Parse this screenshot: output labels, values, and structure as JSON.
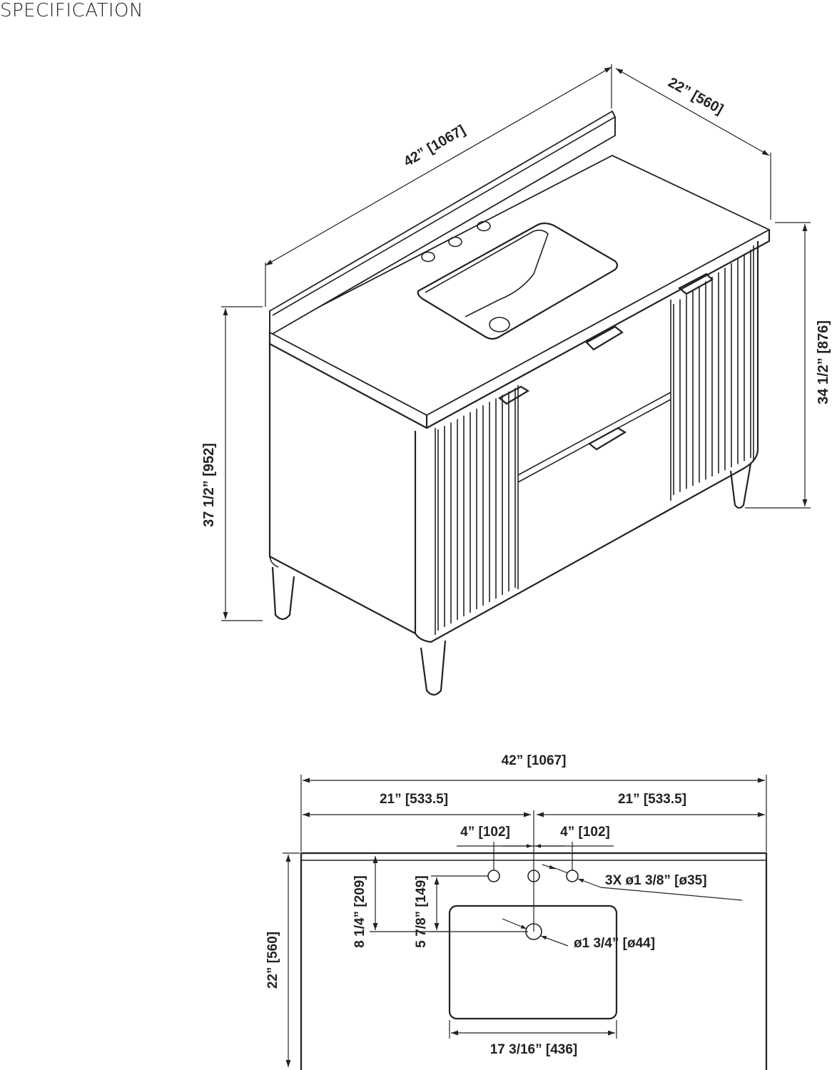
{
  "title": "SPECIFICATION",
  "iso_view": {
    "width_label": "42” [1067]",
    "depth_label": "22” [560]",
    "total_height_label": "37 1/2” [952]",
    "counter_height_label": "34 1/2” [876]"
  },
  "top_view": {
    "overall_width_label": "42” [1067]",
    "half_left_label": "21” [533.5]",
    "half_right_label": "21” [533.5]",
    "hole_left_spacing_label": "4” [102]",
    "hole_right_spacing_label": "4” [102]",
    "faucet_holes_label": "3X ø1 3/8” [ø35]",
    "drain_offset_label": "8 1/4” [209]",
    "bowl_offset_label": "5 7/8” [149]",
    "drain_label": "ø1 3/4” [ø44]",
    "depth_label": "22” [560]",
    "bowl_width_label": "17 3/16” [436]"
  }
}
